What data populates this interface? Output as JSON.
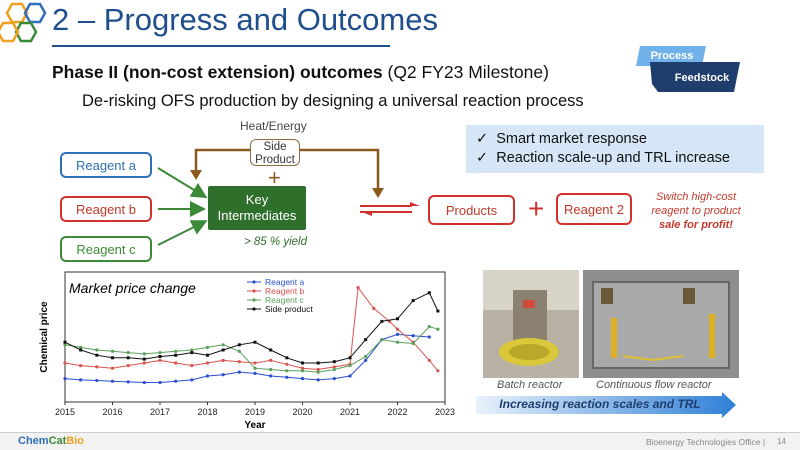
{
  "slide": {
    "title": "2 – Progress and Outcomes",
    "subtitle_bold": "Phase II (non-cost extension) outcomes",
    "subtitle_rest": " (Q2 FY23 Milestone)",
    "subtitle2": "De-risking OFS production by designing a universal reaction process",
    "badge": {
      "top_label": "Process",
      "bottom_label": "Feedstock"
    }
  },
  "diagram": {
    "reagents": [
      {
        "label": "Reagent a",
        "color": "#2f6fb5"
      },
      {
        "label": "Reagent b",
        "color": "#d0312d"
      },
      {
        "label": "Reagent c",
        "color": "#3b8a37"
      }
    ],
    "heat_label": "Heat/Energy",
    "side_product": "Side Product",
    "plus": "+",
    "key_intermediates": "Key Intermediates",
    "yield_label": "> 85 % yield",
    "products": "Products",
    "reagent2": "Reagent 2",
    "switch_line1": "Switch high-cost",
    "switch_line2": "reagent to product",
    "switch_bold": "sale for profit!",
    "checklist": [
      "Smart market response",
      "Reaction scale-up and TRL increase"
    ],
    "check_mark": "✓"
  },
  "chart_data": {
    "type": "line",
    "title": "Market price change",
    "xlabel": "Year",
    "ylabel": "Chemical price",
    "xlim": [
      2015,
      2023
    ],
    "x_ticks": [
      "2015",
      "2016",
      "2017",
      "2018",
      "2019",
      "2020",
      "2021",
      "2022",
      "2023"
    ],
    "legend_position": "top-center",
    "series": [
      {
        "name": "Reagent a",
        "color": "#2b4fcf",
        "marker": "circle",
        "x": [
          2015,
          2015.33,
          2015.67,
          2016,
          2016.33,
          2016.67,
          2017,
          2017.33,
          2017.67,
          2018,
          2018.33,
          2018.67,
          2019,
          2019.33,
          2019.67,
          2020,
          2020.33,
          2020.67,
          2021,
          2021.33,
          2021.67,
          2022,
          2022.33,
          2022.67
        ],
        "y": [
          1.8,
          1.7,
          1.65,
          1.6,
          1.55,
          1.5,
          1.5,
          1.6,
          1.7,
          2.0,
          2.1,
          2.3,
          2.2,
          2.0,
          1.9,
          1.8,
          1.7,
          1.8,
          2.0,
          3.2,
          4.8,
          5.2,
          5.1,
          5.0
        ]
      },
      {
        "name": "Reagent b",
        "color": "#d9534f",
        "marker": "circle",
        "x": [
          2015,
          2015.33,
          2015.67,
          2016,
          2016.33,
          2016.67,
          2017,
          2017.33,
          2017.67,
          2018,
          2018.33,
          2018.67,
          2019,
          2019.33,
          2019.67,
          2020,
          2020.33,
          2020.67,
          2021,
          2021.17,
          2021.5,
          2021.83,
          2022,
          2022.33,
          2022.67,
          2022.85
        ],
        "y": [
          3.0,
          2.8,
          2.7,
          2.6,
          2.8,
          3.0,
          3.2,
          3.0,
          2.8,
          3.0,
          3.2,
          3.1,
          3.0,
          3.2,
          2.9,
          2.6,
          2.5,
          2.7,
          2.9,
          8.8,
          7.2,
          6.2,
          5.6,
          4.6,
          3.2,
          2.4
        ]
      },
      {
        "name": "Reagent c",
        "color": "#5aa05a",
        "marker": "circle",
        "x": [
          2015,
          2015.33,
          2015.67,
          2016,
          2016.33,
          2016.67,
          2017,
          2017.33,
          2017.67,
          2018,
          2018.33,
          2018.67,
          2019,
          2019.33,
          2019.67,
          2020,
          2020.33,
          2020.67,
          2021,
          2021.33,
          2021.67,
          2022,
          2022.33,
          2022.67,
          2022.85
        ],
        "y": [
          4.4,
          4.2,
          4.0,
          3.9,
          3.8,
          3.7,
          3.8,
          3.9,
          4.0,
          4.2,
          4.4,
          3.9,
          2.6,
          2.5,
          2.4,
          2.4,
          2.3,
          2.5,
          2.8,
          3.5,
          4.8,
          4.6,
          4.5,
          5.8,
          5.6
        ]
      },
      {
        "name": "Side product",
        "color": "#111111",
        "marker": "square",
        "x": [
          2015,
          2015.33,
          2015.67,
          2016,
          2016.33,
          2016.67,
          2017,
          2017.33,
          2017.67,
          2018,
          2018.33,
          2018.67,
          2019,
          2019.33,
          2019.67,
          2020,
          2020.33,
          2020.67,
          2021,
          2021.33,
          2021.67,
          2022,
          2022.33,
          2022.67,
          2022.85
        ],
        "y": [
          4.6,
          4.0,
          3.6,
          3.4,
          3.4,
          3.3,
          3.5,
          3.6,
          3.8,
          3.6,
          4.0,
          4.4,
          4.6,
          4.0,
          3.4,
          3.0,
          3.0,
          3.1,
          3.4,
          4.8,
          6.2,
          6.4,
          7.8,
          8.4,
          7.0
        ]
      }
    ]
  },
  "photos": {
    "batch_caption": "Batch reactor",
    "continuous_caption": "Continuous flow reactor",
    "scale_label": "Increasing reaction scales and TRL"
  },
  "footer": {
    "logo_part1": "Chem",
    "logo_part2": "Cat",
    "logo_part3": "Bio",
    "office": "Bioenergy Technologies Office  |",
    "page": "14"
  }
}
